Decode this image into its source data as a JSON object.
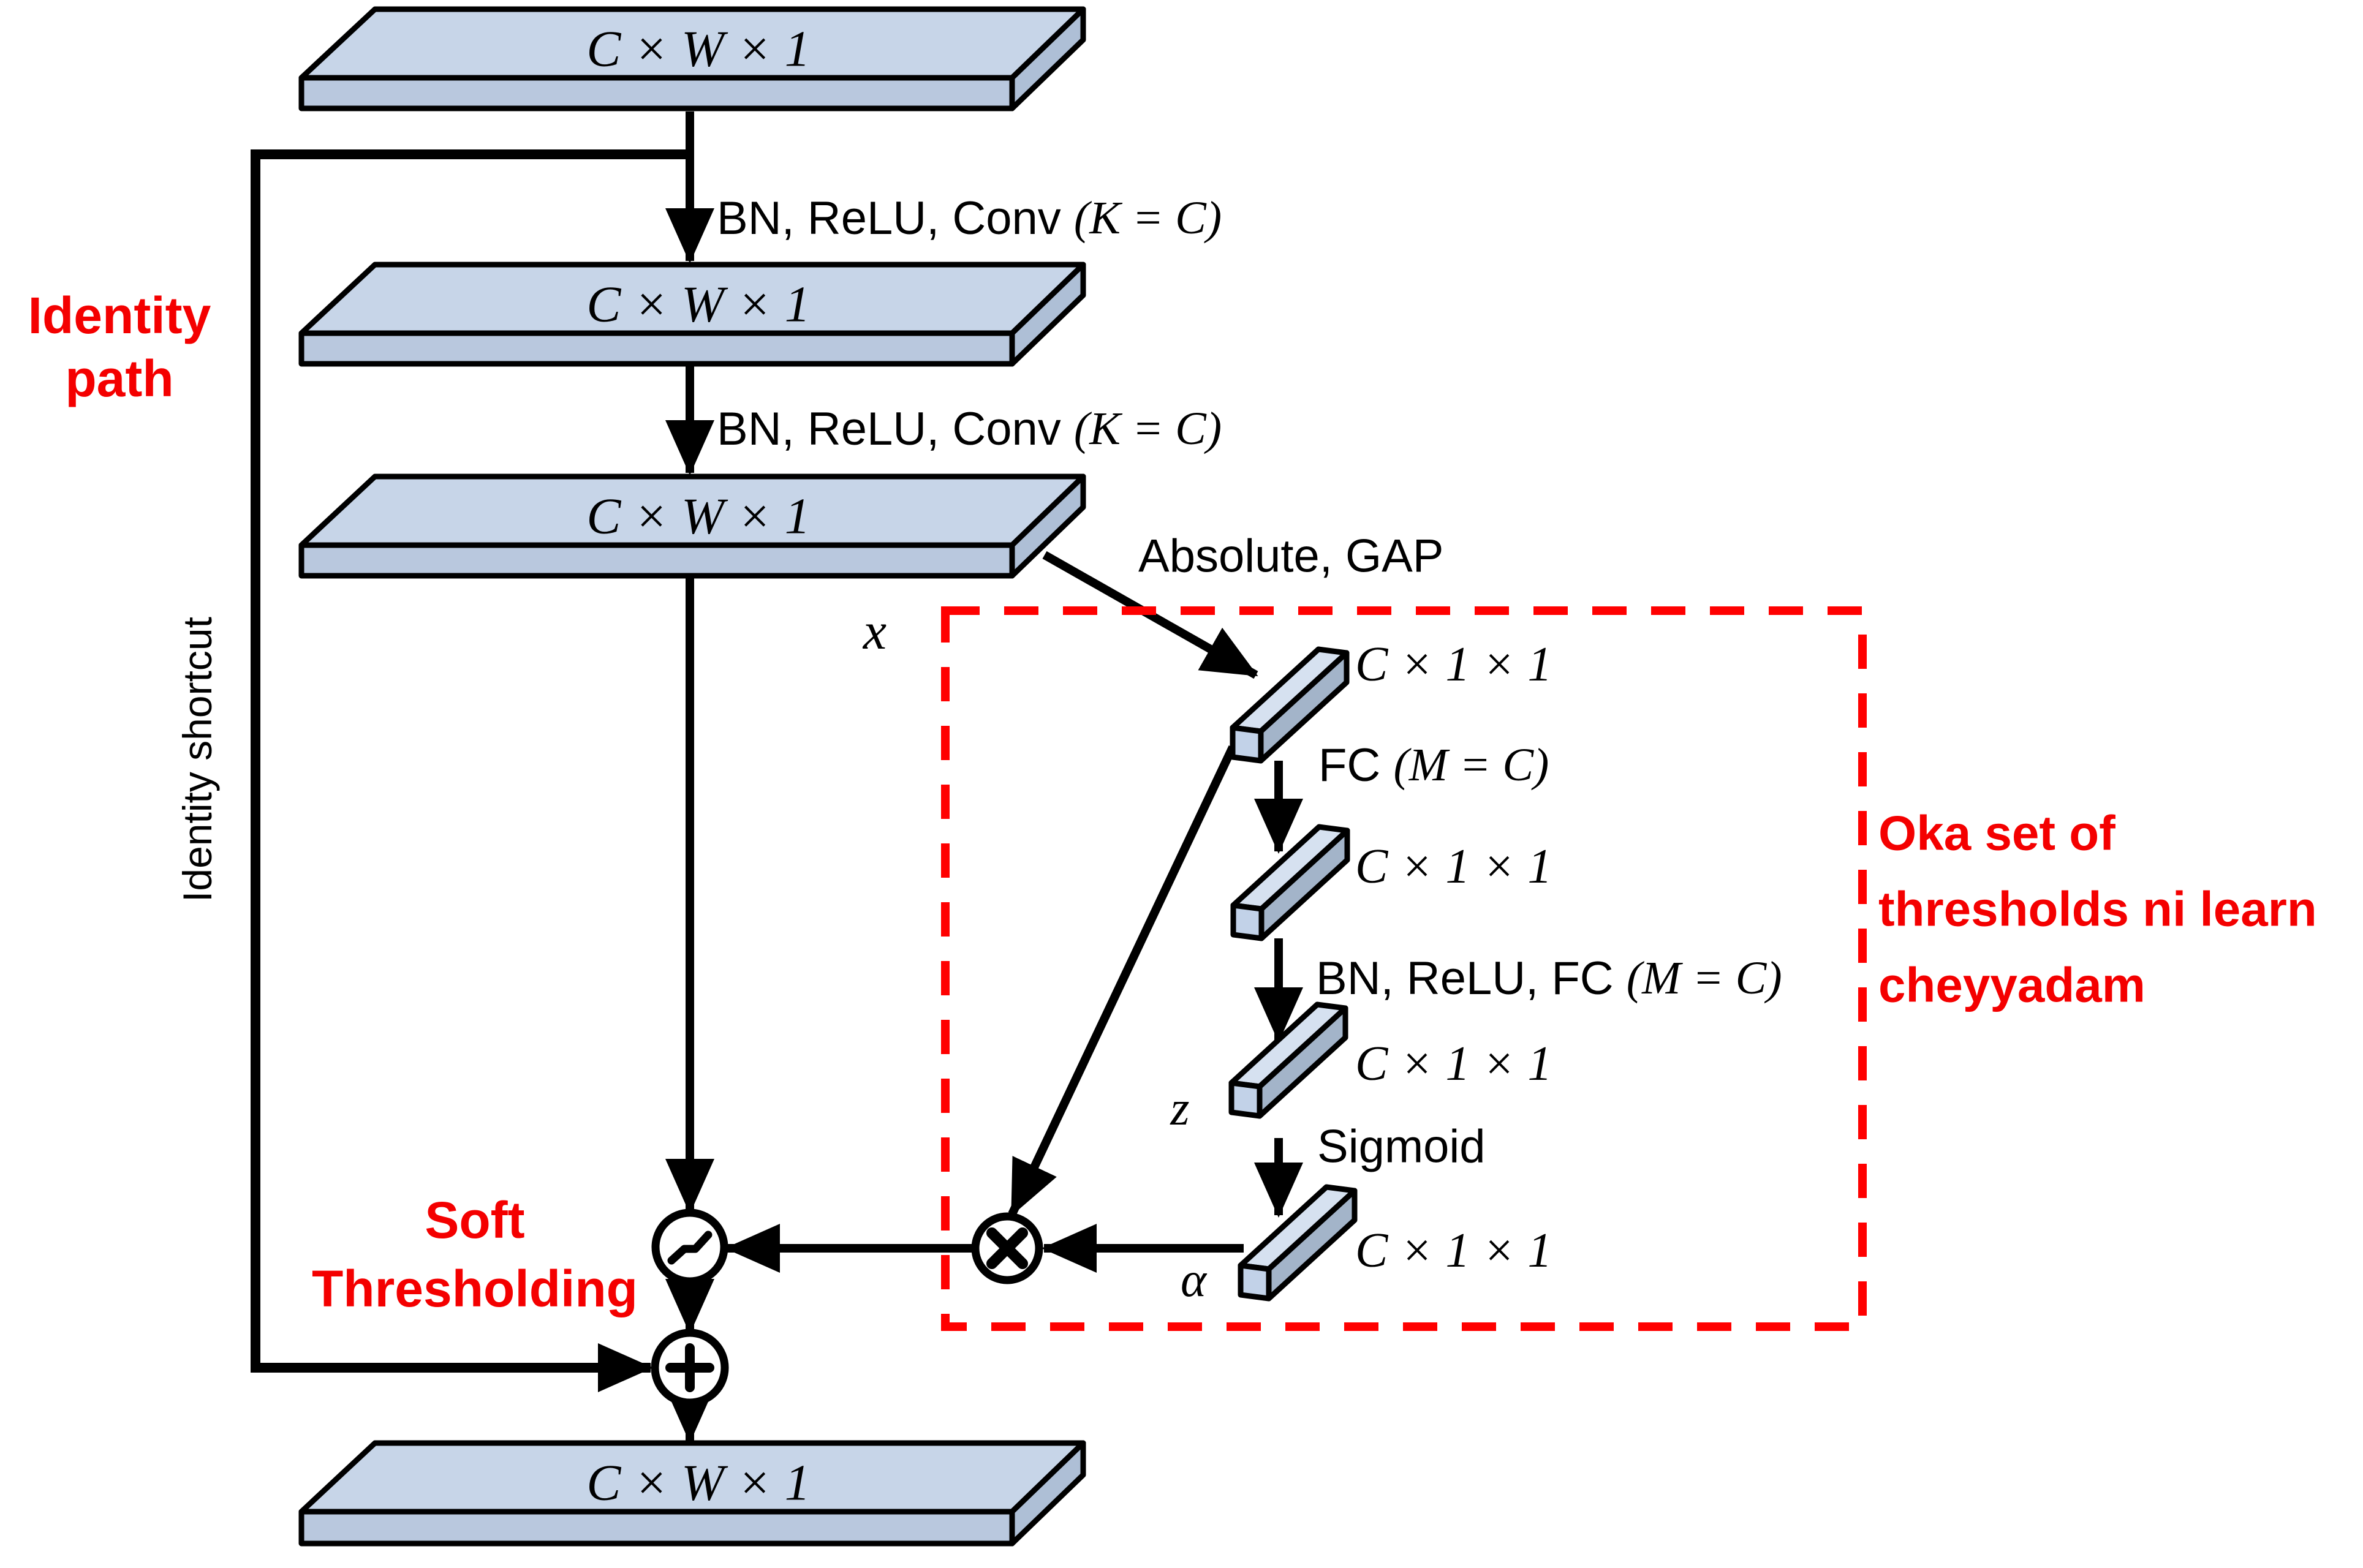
{
  "colors": {
    "red_text": "#f40000",
    "dash_red": "#ff0000",
    "ink": "#000000",
    "slab_top": "#c7d5e8",
    "slab_front": "#b9c8de",
    "slab_side": "#aebfd6",
    "bar_top": "#d6e1f0",
    "bar_front": "#c2d2e8",
    "bar_side": "#a3b4c9"
  },
  "dims": {
    "slab": "C × W × 1",
    "vector": "C × 1 × 1"
  },
  "ops": {
    "bn_relu_conv_sans": "BN, ReLU, Conv ",
    "bn_relu_conv_math": "(K = C)",
    "absolute_gap": "Absolute, GAP",
    "fc_sans": "FC ",
    "fc_math": "(M = C)",
    "bn_relu_fc_sans": "BN, ReLU, FC ",
    "bn_relu_fc_math": "(M = C)",
    "sigmoid": "Sigmoid"
  },
  "vars": {
    "x": "x",
    "z": "z",
    "alpha": "α"
  },
  "annotations": {
    "identity_path": [
      "Identity",
      "path"
    ],
    "identity_shortcut": "Identity shortcut",
    "soft_thresholding": [
      "Soft",
      "Thresholding"
    ],
    "note": [
      "Oka set of",
      "thresholds ni learn",
      "cheyyadam"
    ]
  }
}
